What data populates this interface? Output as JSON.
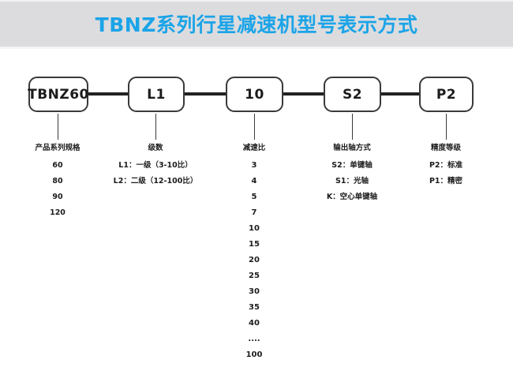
{
  "header": {
    "title": "TBNZ系列行星减速机型号表示方式",
    "title_color": "#1ba4e8",
    "band_color": "#dcdcde"
  },
  "diagram": {
    "boxes": [
      {
        "id": "series",
        "label": "TBNZ60"
      },
      {
        "id": "stage",
        "label": "L1"
      },
      {
        "id": "ratio",
        "label": "10"
      },
      {
        "id": "shaft",
        "label": "S2"
      },
      {
        "id": "accuracy",
        "label": "P2"
      }
    ],
    "columns": [
      {
        "id": "series",
        "head": "产品系列规格",
        "items": [
          "60",
          "80",
          "90",
          "120"
        ]
      },
      {
        "id": "stage",
        "head": "级数",
        "items": [
          "L1：一级（3-10比）",
          "L2：二级（12-100比）"
        ]
      },
      {
        "id": "ratio",
        "head": "减速比",
        "items": [
          "3",
          "4",
          "5",
          "7",
          "10",
          "15",
          "20",
          "25",
          "30",
          "35",
          "40",
          "....",
          "100"
        ]
      },
      {
        "id": "shaft",
        "head": "输出轴方式",
        "items": [
          "S2：单键轴",
          "S1：光轴",
          "K：空心单键轴"
        ]
      },
      {
        "id": "accuracy",
        "head": "精度等级",
        "items": [
          "P2：标准",
          "P1：精密"
        ]
      }
    ]
  }
}
